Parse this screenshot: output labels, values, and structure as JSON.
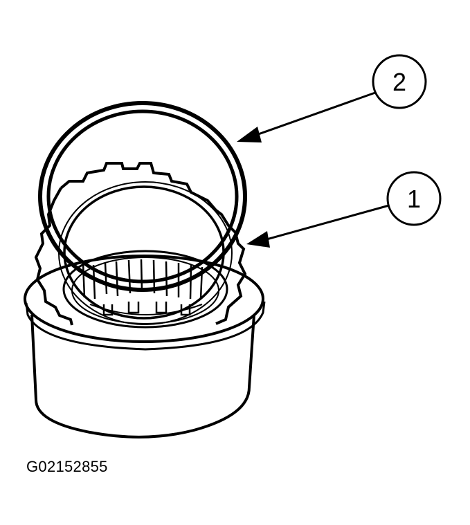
{
  "figure": {
    "id": "G02152855"
  },
  "callouts": [
    {
      "number": "2"
    },
    {
      "number": "1"
    }
  ],
  "colors": {
    "line": "#000000",
    "background": "#ffffff"
  }
}
